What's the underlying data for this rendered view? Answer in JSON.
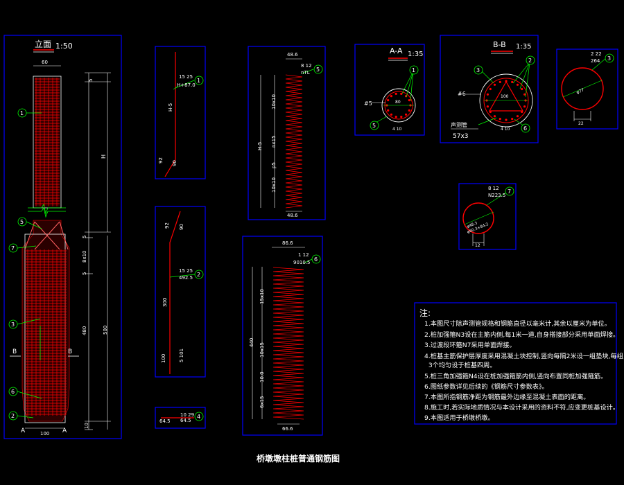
{
  "colors": {
    "background": "#000000",
    "frame": "#0000ff",
    "rebar": "#ff0000",
    "leader": "#00ff00",
    "text": "#ffffff",
    "dimension": "#ffffff"
  },
  "elevation": {
    "title": "立面",
    "scale": "1:50",
    "dims": {
      "top_width": "60",
      "bottom_width": "100",
      "h": "H",
      "d480": "480",
      "d500": "500",
      "d5a": "5",
      "d8x10": "8x10",
      "d5b": "5",
      "d10": "10",
      "d5top": "5"
    },
    "markers": [
      "1",
      "5",
      "7",
      "3",
      "6",
      "2"
    ],
    "section_a_left": "A",
    "section_a_right": "A",
    "section_b_left": "B",
    "section_b_right": "B"
  },
  "bar1": {
    "marker": "1",
    "spec_top": "15 25",
    "spec_bottom": "H+87.0",
    "dim_h5": "H-5",
    "dim_92": "92",
    "dim_90": "90"
  },
  "bar2": {
    "marker": "2",
    "spec_top": "15 25",
    "spec_bottom": "492.5",
    "dim_300": "300",
    "dim_92": "92",
    "dim_90": "90",
    "dim_100": "100",
    "dim_5101": "5 101"
  },
  "bar4": {
    "marker": "4",
    "spec_top": "10 29",
    "spec_bottom": "64.5",
    "dim_left": "64.5"
  },
  "bar5": {
    "marker": "5",
    "spec_top": "8 12",
    "spec_bottom": "nTL",
    "top_width": "48.6",
    "bottom_width": "48.6",
    "dim_h5": "H-5",
    "d10x10a": "10x10",
    "d10x10b": "10x10",
    "dn15": "nx15",
    "dp5": "p5"
  },
  "bar6": {
    "marker": "6",
    "spec_top": "1 12",
    "spec_bottom": "9010.5",
    "top_width": "86.6",
    "bottom_width": "66.6",
    "d15x10": "15x10",
    "d440": "440",
    "d10x15": "10x15",
    "d100": "10.0",
    "d6x15": "6x15"
  },
  "sectionAA": {
    "title": "A-A",
    "scale": "1:35",
    "marker1": "1",
    "marker5": "5",
    "dim_diam": "#5",
    "dim_80": "80",
    "dim_bottom": "4 10"
  },
  "sectionBB": {
    "title": "B-B",
    "scale": "1:35",
    "marker2": "2",
    "marker3": "3",
    "marker6": "6",
    "dim_diam": "#6",
    "dim_100": "100",
    "tube_label": "声测管",
    "tube_spec": "57x3",
    "dim_bottom": "4 10"
  },
  "bar3": {
    "marker": "3",
    "spec_top": "2 22",
    "spec_bottom": "264",
    "diam": "φ77",
    "width": "22"
  },
  "bar7": {
    "marker": "7",
    "spec_top": "8 12",
    "spec_bottom": "N223.5",
    "diam1": "φ48.3",
    "diam2": "φ60.3+84.2",
    "width": "12"
  },
  "notes": {
    "heading": "注:",
    "items": [
      "1.本图尺寸除声测管规格和钢筋直径以毫米计,其余以厘米为单位。",
      "2.桩加强箍N3设在主筋内侧,每1米一道,自身搭接部分采用单面焊接。",
      "3.过渡段环箍N7采用单面焊接。",
      "4.桩基主筋保护层厚度采用混凝土块控制,竖向每隔2米设一组垫块,每组",
      "  3个均匀设于桩基四周。",
      "5.桩三角加强箍N4设在桩加强箍筋内侧,竖向布置同桩加强箍筋。",
      "6.图纸参数详见后续的《钢筋尺寸参数表》。",
      "7.本图所指钢筋净距为钢筋最外边缘至混凝土表面的距离。",
      "8.施工时,若实际地质情况与本设计采用的资料不符,应变更桩基设计。",
      "9.本图适用于桥墩桥墩。"
    ]
  },
  "drawing_title": "桥墩墩柱桩普通钢筋图"
}
